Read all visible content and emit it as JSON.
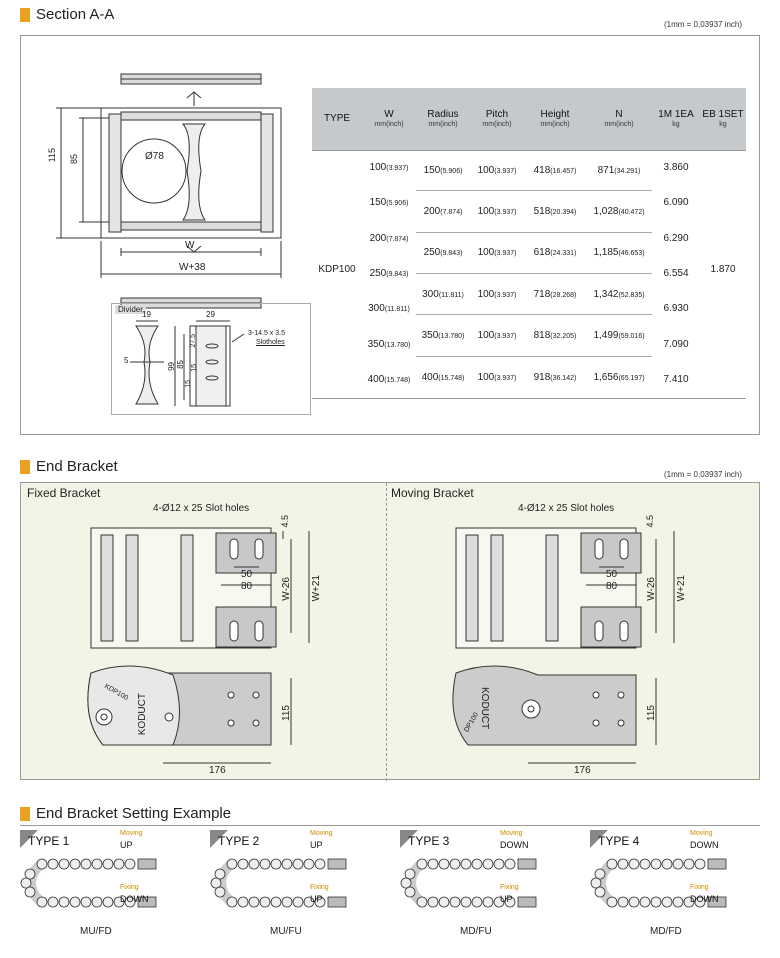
{
  "section_a": {
    "title": "Section A-A",
    "unit_note": "(1mm = 0,03937 inch)",
    "drawing": {
      "dim_115": "115",
      "dim_85": "85",
      "dia_78": "Ø78",
      "dim_w": "W",
      "dim_w38": "W+38"
    },
    "divider": {
      "label": "Divider",
      "dim_19": "19",
      "dim_5": "5",
      "dim_99": "99",
      "dim_85": "85",
      "dim_29": "29",
      "dim_15a": "15",
      "dim_15b": "15",
      "dim_275": "27.5",
      "slot_line1": "3-14.5 x 3.5",
      "slot_line2": "Slotholes"
    },
    "table": {
      "headers": [
        {
          "label": "TYPE",
          "sub": ""
        },
        {
          "label": "W",
          "sub": "mm(inch)"
        },
        {
          "label": "Radius",
          "sub": "mm(inch)"
        },
        {
          "label": "Pitch",
          "sub": "mm(inch)"
        },
        {
          "label": "Height",
          "sub": "mm(inch)"
        },
        {
          "label": "N",
          "sub": "mm(inch)"
        },
        {
          "label": "1M 1EA",
          "sub": "kg"
        },
        {
          "label": "EB 1SET",
          "sub": "kg"
        }
      ],
      "type_name": "KDP100",
      "eb_set": "1.870",
      "w_values": [
        {
          "mm": "100",
          "in": "(3.937)"
        },
        {
          "mm": "150",
          "in": "(5.906)"
        },
        {
          "mm": "200",
          "in": "(7.874)"
        },
        {
          "mm": "250",
          "in": "(9.843)"
        },
        {
          "mm": "300",
          "in": "(11.811)"
        },
        {
          "mm": "350",
          "in": "(13.780)"
        },
        {
          "mm": "400",
          "in": "(15.748)"
        }
      ],
      "radius_rows": [
        {
          "r": "150",
          "ri": "(5.906)",
          "p": "100",
          "pi": "(3.937)",
          "h": "418",
          "hi": "(16.457)",
          "n": "871",
          "ni": "(34.291)"
        },
        {
          "r": "200",
          "ri": "(7.874)",
          "p": "100",
          "pi": "(3.937)",
          "h": "518",
          "hi": "(20.394)",
          "n": "1,028",
          "ni": "(40.472)"
        },
        {
          "r": "250",
          "ri": "(9.843)",
          "p": "100",
          "pi": "(3.937)",
          "h": "618",
          "hi": "(24.331)",
          "n": "1,185",
          "ni": "(46.653)"
        },
        {
          "r": "300",
          "ri": "(11.811)",
          "p": "100",
          "pi": "(3.937)",
          "h": "718",
          "hi": "(28.268)",
          "n": "1,342",
          "ni": "(52.835)"
        },
        {
          "r": "350",
          "ri": "(13.780)",
          "p": "100",
          "pi": "(3.937)",
          "h": "818",
          "hi": "(32.205)",
          "n": "1,499",
          "ni": "(59.016)"
        },
        {
          "r": "400",
          "ri": "(15.748)",
          "p": "100",
          "pi": "(3.937)",
          "h": "918",
          "hi": "(36.142)",
          "n": "1,656",
          "ni": "(65.197)"
        }
      ],
      "kg_values": [
        "3.860",
        "6.090",
        "6.290",
        "6.554",
        "6.930",
        "7.090",
        "7.410"
      ]
    }
  },
  "end_bracket": {
    "title": "End Bracket",
    "unit_note": "(1mm = 0,03937 inch)",
    "fixed": {
      "label": "Fixed Bracket",
      "slot_note": "4-Ø12 x 25 Slot holes",
      "dim_45": "4.5",
      "dim_50": "50",
      "dim_80": "80",
      "dim_w26": "W-26",
      "dim_w21": "W+21",
      "dim_115": "115",
      "dim_176": "176",
      "logo": "KODUCT",
      "model": "KDP100"
    },
    "moving": {
      "label": "Moving Bracket",
      "slot_note": "4-Ø12 x 25 Slot holes",
      "dim_45": "4.5",
      "dim_50": "50",
      "dim_80": "80",
      "dim_w26": "W-26",
      "dim_w21": "W+21",
      "dim_115": "115",
      "dim_176": "176",
      "logo": "KODUCT",
      "model": "DP100"
    }
  },
  "setting": {
    "title": "End Bracket Setting Example",
    "moving_label": "Moving",
    "fixing_label": "Fixing",
    "types": [
      {
        "name": "TYPE 1",
        "moving": "UP",
        "fixing": "DOWN",
        "code": "MU/FD"
      },
      {
        "name": "TYPE 2",
        "moving": "UP",
        "fixing": "UP",
        "code": "MU/FU"
      },
      {
        "name": "TYPE 3",
        "moving": "DOWN",
        "fixing": "UP",
        "code": "MD/FU"
      },
      {
        "name": "TYPE 4",
        "moving": "DOWN",
        "fixing": "DOWN",
        "code": "MD/FD"
      }
    ]
  },
  "colors": {
    "accent": "#e8a020",
    "header_gray": "#c6c9cc",
    "bracket_gray": "#b8b8b8",
    "panel_bg": "#f4f4e6"
  }
}
